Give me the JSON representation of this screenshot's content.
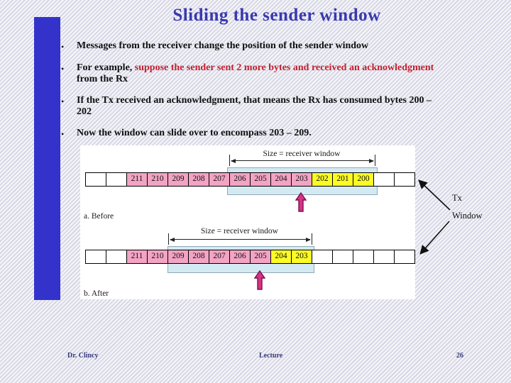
{
  "title": "Sliding the sender window",
  "bullet_char": "•",
  "bullets": [
    {
      "lines": [
        [
          {
            "t": "Messages from the receiver change the position of the sender window",
            "c": "black"
          }
        ]
      ]
    },
    {
      "lines": [
        [
          {
            "t": "For example, ",
            "c": "black"
          },
          {
            "t": "suppose the sender sent 2 more bytes and received an acknowledgment",
            "c": "red"
          }
        ],
        [
          {
            "t": "from the Rx",
            "c": "black"
          }
        ]
      ]
    },
    {
      "lines": [
        [
          {
            "t": "If the Tx received an acknowledgment, that means the Rx has consumed bytes 200 –",
            "c": "black"
          }
        ],
        [
          {
            "t": "202",
            "c": "black"
          }
        ]
      ]
    },
    {
      "lines": [
        [
          {
            "t": "Now the window can slide over to encompass 203 – 209.",
            "c": "black"
          }
        ]
      ]
    }
  ],
  "diagram": {
    "size_label": "Size = receiver window",
    "tx_label": "Tx",
    "window_label": "Window",
    "before": {
      "caption": "a. Before",
      "pointer_cell": "203",
      "cells": [
        {
          "label": "",
          "fill": "white"
        },
        {
          "label": "",
          "fill": "white"
        },
        {
          "label": "211",
          "fill": "pink"
        },
        {
          "label": "210",
          "fill": "pink"
        },
        {
          "label": "209",
          "fill": "pink"
        },
        {
          "label": "208",
          "fill": "pink"
        },
        {
          "label": "207",
          "fill": "pink"
        },
        {
          "label": "206",
          "fill": "pink"
        },
        {
          "label": "205",
          "fill": "pink"
        },
        {
          "label": "204",
          "fill": "pink"
        },
        {
          "label": "203",
          "fill": "pink"
        },
        {
          "label": "202",
          "fill": "yellow"
        },
        {
          "label": "201",
          "fill": "yellow"
        },
        {
          "label": "200",
          "fill": "yellow"
        },
        {
          "label": "",
          "fill": "white"
        },
        {
          "label": "",
          "fill": "white"
        }
      ]
    },
    "after": {
      "caption": "b. After",
      "pointer_cell": "205",
      "cells": [
        {
          "label": "",
          "fill": "white"
        },
        {
          "label": "",
          "fill": "white"
        },
        {
          "label": "211",
          "fill": "pink"
        },
        {
          "label": "210",
          "fill": "pink"
        },
        {
          "label": "209",
          "fill": "pink"
        },
        {
          "label": "208",
          "fill": "pink"
        },
        {
          "label": "207",
          "fill": "pink"
        },
        {
          "label": "206",
          "fill": "pink"
        },
        {
          "label": "205",
          "fill": "pink"
        },
        {
          "label": "204",
          "fill": "yellow"
        },
        {
          "label": "203",
          "fill": "yellow"
        },
        {
          "label": "",
          "fill": "white"
        },
        {
          "label": "",
          "fill": "white"
        },
        {
          "label": "",
          "fill": "white"
        },
        {
          "label": "",
          "fill": "white"
        },
        {
          "label": "",
          "fill": "white"
        }
      ]
    }
  },
  "footer": {
    "author": "Dr. Clincy",
    "center": "Lecture",
    "page": "26"
  },
  "colors": {
    "accent_bar_blue": "#3333cc",
    "title_blue": "#3939b0",
    "red_text": "#c2202e",
    "cell_pink": "#f3a3c3",
    "cell_yellow": "#fbfb25",
    "window_blue": "#d4eaf3",
    "pointer_magenta": "#d63384"
  }
}
